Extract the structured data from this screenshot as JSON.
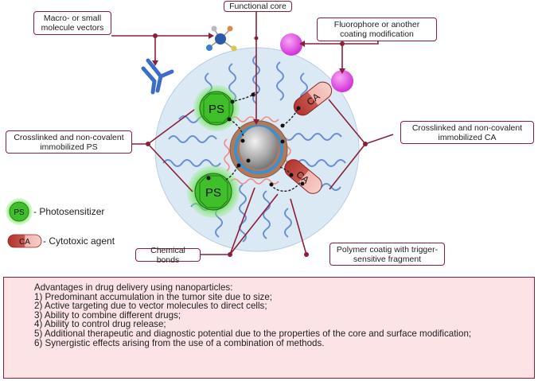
{
  "labels": {
    "functional_core": "Functional core",
    "vectors": "Macro- or small molecule vectors",
    "fluorophore": "Fluorophore or another coating modification",
    "crosslinked_ps": "Crosslinked and non-covalent immobilized PS",
    "crosslinked_ca": "Crosslinked and non-covalent immobilized CA",
    "chemical_bonds": "Chemical bonds",
    "polymer_coating": "Polymer coatig with trigger-sensitive fragment"
  },
  "molecule_labels": {
    "ps": "PS",
    "ca": "CA"
  },
  "legend": {
    "photosensitizer_badge": "PS",
    "photosensitizer": "- Photosensitizer",
    "cytotoxic_badge": "CA",
    "cytotoxic": "- Cytotoxic agent"
  },
  "advantages": {
    "heading": "Advantages in drug delivery using nanoparticles:",
    "items": [
      "1) Predominant accumulation in the tumor site due to size;",
      "2) Active targeting due to vector molecules to direct cells;",
      "3) Ability to combine different drugs;",
      "4) Ability to control drug release;",
      "5) Additional therapeutic and diagnostic potential due to the properties of the core and surface modification;",
      "6) Synergistic effects arising from the use of a combination of methods."
    ]
  },
  "colors": {
    "outline": "#8a2038",
    "box_fill": "#fbe3e6",
    "nanoparticle_fill": "#dbe9f5",
    "polymer_wave": "#6a8fd0",
    "ps_green": "#3fbf2a",
    "ca_red": "#c0443f",
    "fluorophore_magenta": "#e43ee6",
    "antibody_blue": "#3a6ec8"
  }
}
